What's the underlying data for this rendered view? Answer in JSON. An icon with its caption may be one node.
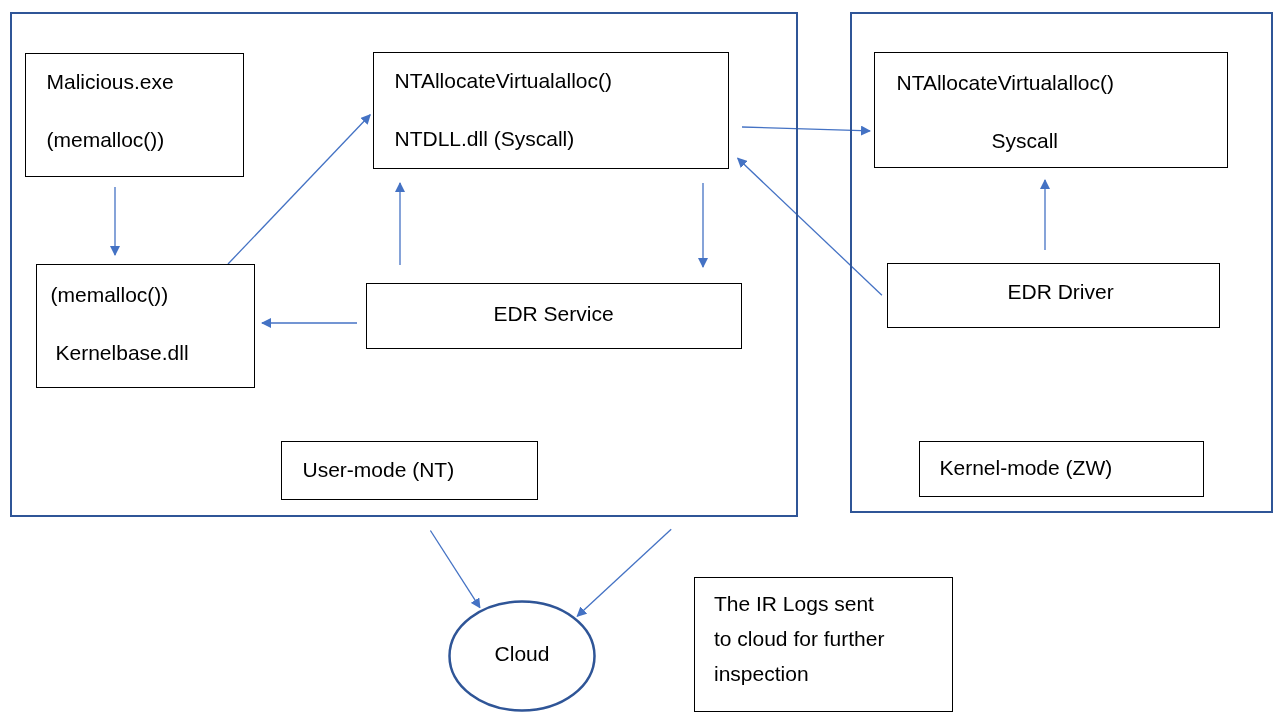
{
  "diagram": {
    "nodes": [
      {
        "text": [],
        "shape": "box"
      },
      {
        "text": [
          "Malicious.exe",
          "(memalloc())"
        ],
        "in": 0
      },
      {
        "text": [
          "NTAllocateVirtualalloc()",
          "NTDLL.dll (Syscall)"
        ],
        "in": 0
      },
      {
        "text": [
          "(memalloc())",
          "Kernelbase.dll"
        ],
        "in": 0
      },
      {
        "text": [
          "EDR Service"
        ],
        "in": 0
      },
      {
        "text": [
          "User-mode (NT)"
        ],
        "in": 0
      },
      {
        "text": [],
        "shape": "box"
      },
      {
        "text": [
          "NTAllocateVirtualalloc()",
          "Syscall"
        ],
        "in": 6
      },
      {
        "text": [
          "EDR Driver"
        ],
        "in": 6
      },
      {
        "text": [
          "Kernel-mode (ZW)"
        ],
        "in": 6
      },
      {
        "text": [
          "Cloud"
        ]
      },
      {
        "text": [
          "The IR Logs sent to cloud for further inspection"
        ]
      }
    ],
    "edges": [
      {
        "from": 1,
        "to": 3,
        "arrow": "to"
      },
      {
        "from": 3,
        "to": 2,
        "arrow": "to"
      },
      {
        "from": 4,
        "to": 2,
        "arrow": "to"
      },
      {
        "from": 2,
        "to": 4,
        "arrow": "to"
      },
      {
        "from": 4,
        "to": 3,
        "arrow": "to"
      },
      {
        "from": 2,
        "to": 7,
        "arrow": "to"
      },
      {
        "from": 8,
        "to": 2,
        "arrow": "to"
      },
      {
        "from": 8,
        "to": 7,
        "arrow": "to"
      },
      {
        "from": 0,
        "to": 10,
        "arrow": "to"
      },
      {
        "from": 0,
        "to": 10,
        "arrow": "to"
      }
    ]
  }
}
